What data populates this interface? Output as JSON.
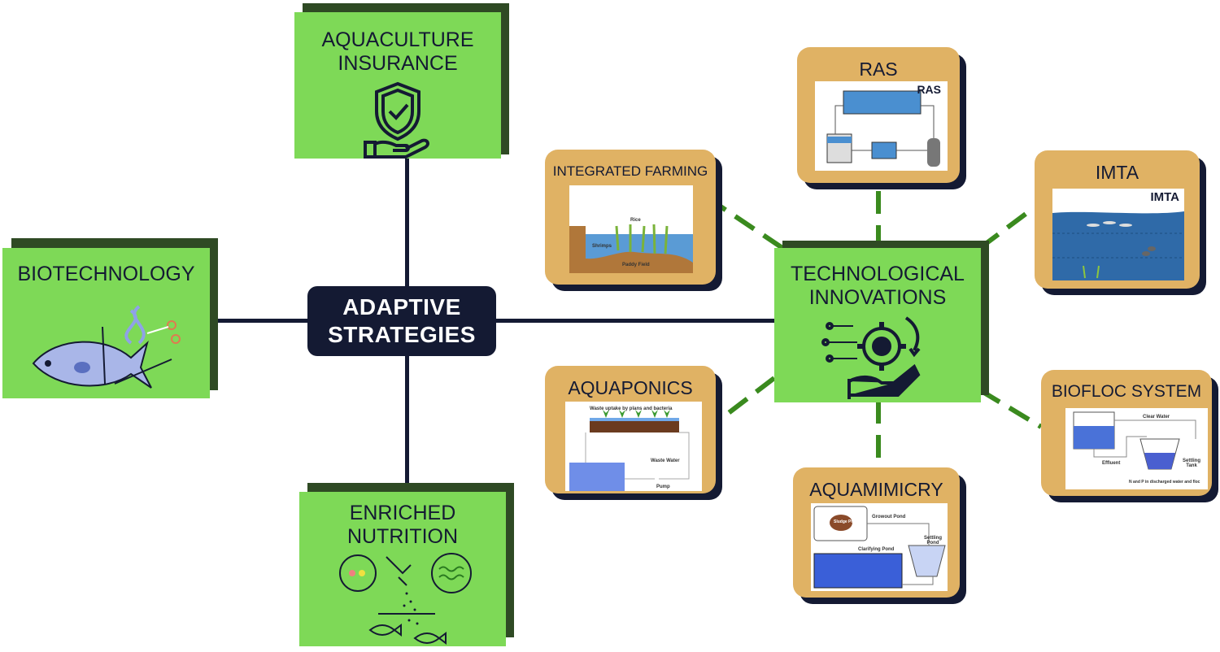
{
  "center": {
    "line1": "ADAPTIVE",
    "line2": "STRATEGIES"
  },
  "strategies": {
    "insurance": {
      "line1": "AQUACULTURE",
      "line2": "INSURANCE",
      "icon": "shield-check-hand-icon"
    },
    "biotech": {
      "label": "BIOTECHNOLOGY",
      "icon": "fish-dna-scissors-icon"
    },
    "nutrition": {
      "line1": "ENRICHED",
      "line2": "NUTRITION",
      "icon": "fish-feed-icon"
    },
    "tech": {
      "line1": "TECHNOLOGICAL",
      "line2": "INNOVATIONS",
      "icon": "gear-hand-icon"
    }
  },
  "innovations": {
    "integrated": {
      "title": "INTEGRATED FARMING",
      "labels": [
        "Rice",
        "Shrimps",
        "Paddy Field"
      ]
    },
    "ras": {
      "title": "RAS",
      "image_title": "RAS"
    },
    "imta": {
      "title": "IMTA",
      "image_title": "IMTA"
    },
    "aquaponics": {
      "title": "AQUAPONICS",
      "labels": [
        "Waste uptake by plans and bacteria",
        "Waste Water",
        "Pump"
      ]
    },
    "aquamimicry": {
      "title": "AQUAMIMICRY",
      "labels": [
        "Growout Pond",
        "Settling Pond",
        "Clarifying Pond",
        "Sludge Pit"
      ]
    },
    "biofloc": {
      "title": "BIOFLOC SYSTEM",
      "labels": [
        "Clear Water",
        "Effluent",
        "Settling Tank",
        "N and P in discharged water and floc"
      ]
    }
  },
  "colors": {
    "green": "#7ed957",
    "tan": "#e0b264",
    "navy": "#141a33",
    "dash": "#3a8a1e"
  }
}
